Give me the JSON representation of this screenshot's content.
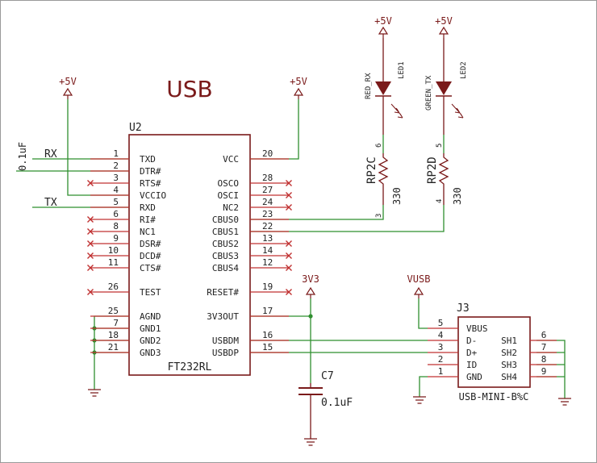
{
  "title": "USB",
  "colors": {
    "net": "#2f8f2f",
    "part": "#7a1a1a",
    "pin": "#c03030",
    "text": "#222222"
  },
  "chip": {
    "ref": "U2",
    "value": "FT232RL",
    "left_pins": [
      {
        "num": "1",
        "name": "TXD"
      },
      {
        "num": "2",
        "name": "DTR#"
      },
      {
        "num": "3",
        "name": "RTS#"
      },
      {
        "num": "4",
        "name": "VCCIO"
      },
      {
        "num": "5",
        "name": "RXD"
      },
      {
        "num": "6",
        "name": "RI#"
      },
      {
        "num": "8",
        "name": "NC1"
      },
      {
        "num": "9",
        "name": "DSR#"
      },
      {
        "num": "10",
        "name": "DCD#"
      },
      {
        "num": "11",
        "name": "CTS#"
      },
      {
        "num": "26",
        "name": "TEST"
      },
      {
        "num": "25",
        "name": "AGND"
      },
      {
        "num": "7",
        "name": "GND1"
      },
      {
        "num": "18",
        "name": "GND2"
      },
      {
        "num": "21",
        "name": "GND3"
      }
    ],
    "right_pins": [
      {
        "num": "20",
        "name": "VCC"
      },
      {
        "num": "28",
        "name": "OSCO"
      },
      {
        "num": "27",
        "name": "OSCI"
      },
      {
        "num": "24",
        "name": "NC2"
      },
      {
        "num": "23",
        "name": "CBUS0"
      },
      {
        "num": "22",
        "name": "CBUS1"
      },
      {
        "num": "13",
        "name": "CBUS2"
      },
      {
        "num": "14",
        "name": "CBUS3"
      },
      {
        "num": "12",
        "name": "CBUS4"
      },
      {
        "num": "19",
        "name": "RESET#"
      },
      {
        "num": "17",
        "name": "3V3OUT"
      },
      {
        "num": "16",
        "name": "USBDM"
      },
      {
        "num": "15",
        "name": "USBDP"
      }
    ]
  },
  "nets": {
    "rx": "RX",
    "tx": "TX",
    "cap_left": "0.1uF",
    "vusb": "VUSB",
    "v3v3": "3V3"
  },
  "supplies": [
    "+5V",
    "+5V",
    "+5V",
    "+5V"
  ],
  "leds": [
    {
      "ref": "LED1",
      "name": "RED_RX"
    },
    {
      "ref": "LED2",
      "name": "GREEN_TX"
    }
  ],
  "resistors": [
    {
      "ref": "RP2C",
      "value": "330",
      "pin_top": "6",
      "pin_bottom": "3"
    },
    {
      "ref": "RP2D",
      "value": "330",
      "pin_top": "5",
      "pin_bottom": "4"
    }
  ],
  "cap": {
    "ref": "C7",
    "value": "0.1uF"
  },
  "connector": {
    "ref": "J3",
    "value": "USB-MINI-B%C",
    "left_pins": [
      {
        "num": "5",
        "name": "VBUS"
      },
      {
        "num": "4",
        "name": "D-"
      },
      {
        "num": "3",
        "name": "D+"
      },
      {
        "num": "2",
        "name": "ID"
      },
      {
        "num": "1",
        "name": "GND"
      }
    ],
    "right_pins": [
      {
        "num": "6",
        "name": "SH1"
      },
      {
        "num": "7",
        "name": "SH2"
      },
      {
        "num": "8",
        "name": "SH3"
      },
      {
        "num": "9",
        "name": "SH4"
      }
    ]
  }
}
